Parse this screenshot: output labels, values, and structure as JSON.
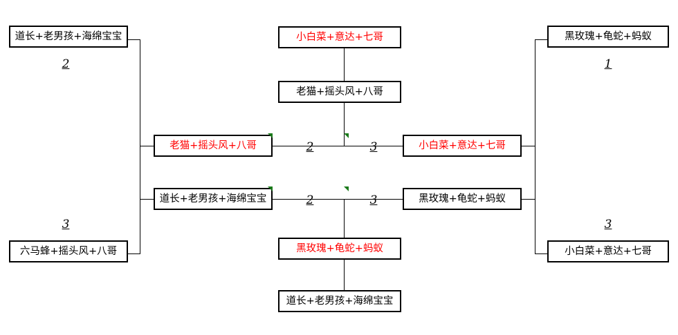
{
  "diagram": {
    "type": "tournament-bracket",
    "colors": {
      "line": "#000000",
      "text": "#000000",
      "highlight": "#ff0000",
      "marker": "#1b7a1b",
      "background": "#ffffff"
    }
  },
  "left_column": {
    "top_box": {
      "label": "道长+老男孩+海绵宝宝",
      "color": "black"
    },
    "top_rank": "2",
    "bottom_rank": "3",
    "bottom_box": {
      "label": "六马蜂+摇头风+八哥",
      "color": "black"
    }
  },
  "left_inner_column": {
    "upper_box": {
      "label": "老猫+摇头风+八哥",
      "color": "red"
    },
    "lower_box": {
      "label": "道长+老男孩+海绵宝宝",
      "color": "black"
    }
  },
  "center_column": {
    "box_1": {
      "label": "小白菜+意达+七哥",
      "color": "red"
    },
    "box_2": {
      "label": "老猫+摇头风+八哥",
      "color": "black"
    },
    "box_3": {
      "label": "黑玫瑰+龟蛇+蚂蚁",
      "color": "red"
    },
    "box_4": {
      "label": "道长+老男孩+海绵宝宝",
      "color": "black"
    }
  },
  "center_ranks": {
    "upper_left": "2",
    "upper_right": "3",
    "lower_left": "2",
    "lower_right": "3"
  },
  "right_inner_column": {
    "upper_box": {
      "label": "小白菜+意达+七哥",
      "color": "red"
    },
    "lower_box": {
      "label": "黑玫瑰+龟蛇+蚂蚁",
      "color": "black"
    }
  },
  "right_column": {
    "top_box": {
      "label": "黑玫瑰+龟蛇+蚂蚁",
      "color": "black"
    },
    "top_rank": "1",
    "bottom_rank": "3",
    "bottom_box": {
      "label": "小白菜+意达+七哥",
      "color": "black"
    }
  }
}
